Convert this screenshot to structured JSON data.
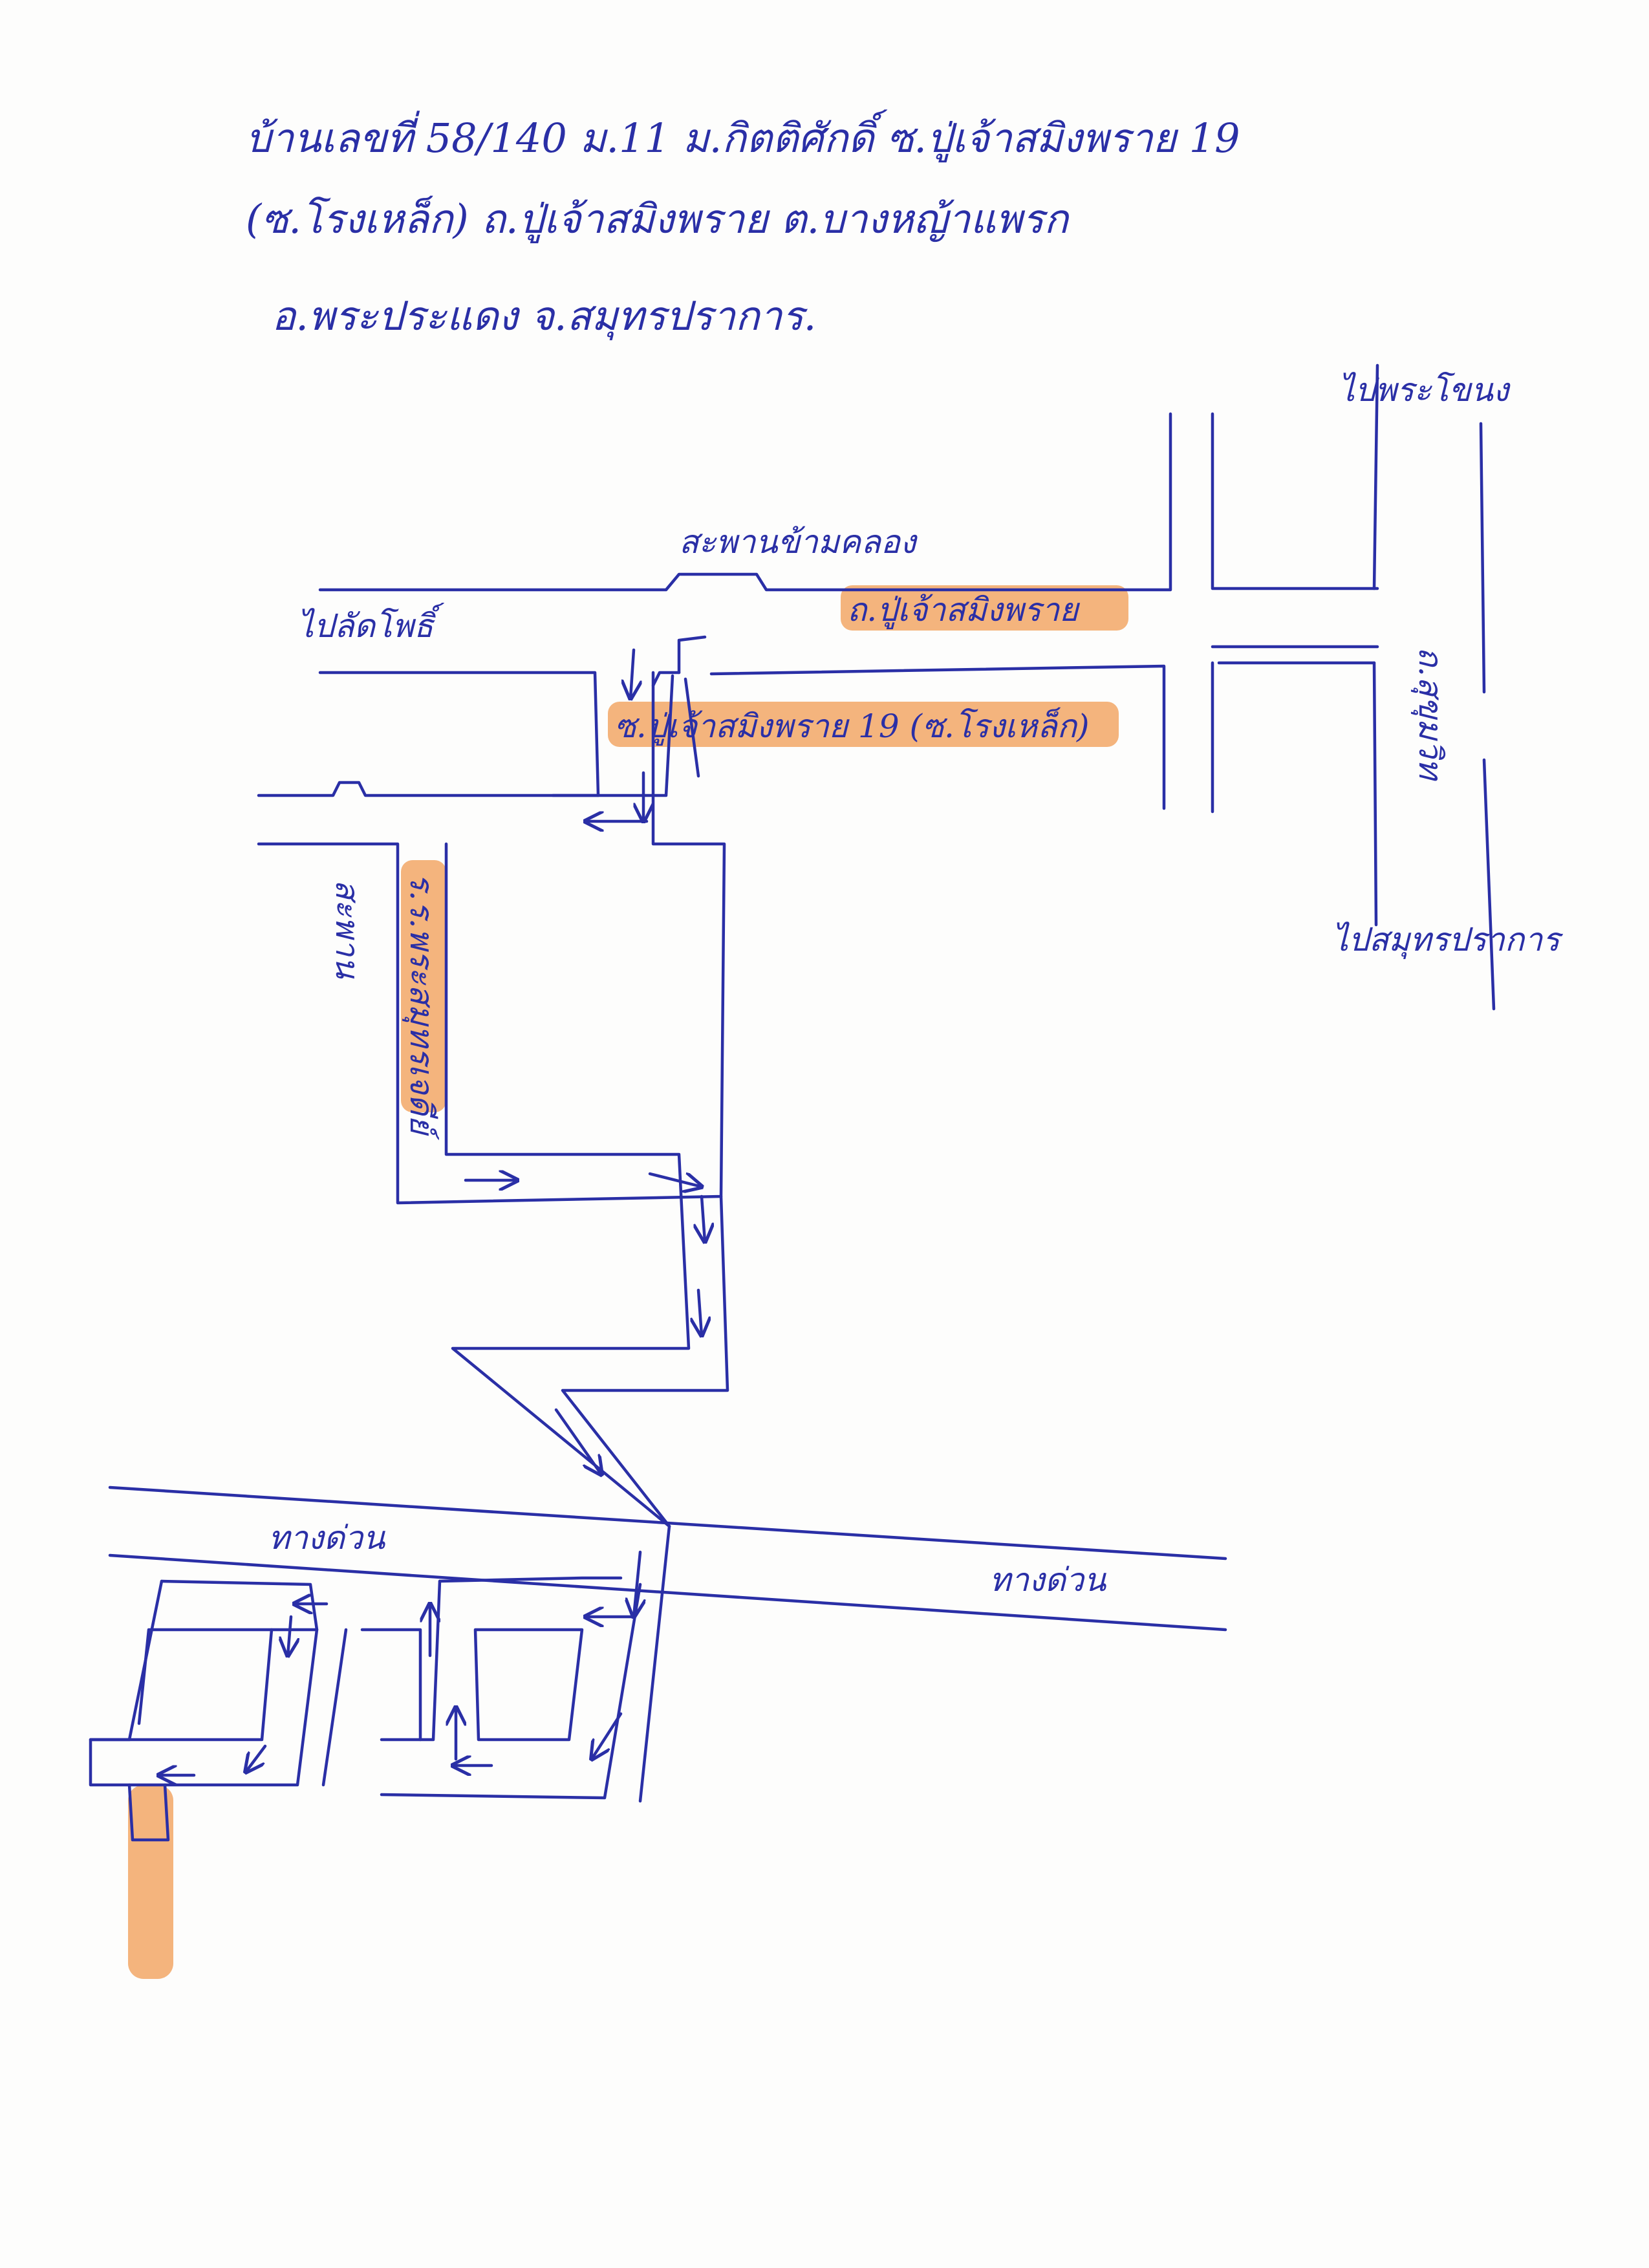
{
  "address": {
    "line1": "บ้านเลขที่ 58/140 ม.11 ม.กิตติศักดิ์ ซ.ปู่เจ้าสมิงพราย 19",
    "line2": "(ซ.โรงเหล็ก) ถ.ปู่เจ้าสมิงพราย ต.บางหญ้าแพรก",
    "line3": "อ.พระประแดง จ.สมุทรปราการ."
  },
  "labels": {
    "to_phrakhanong": "ไปพระโขนง",
    "to_samutprakan": "ไปสมุทรปราการ",
    "sukhumvit_road": "ถ.สุขุมวิท",
    "to_lat_pho": "ไปลัดโพธิ์",
    "bridge_over_canal": "สะพานข้ามคลอง",
    "puchao_road": "ถ.ปู่เจ้าสมิงพราย",
    "soi_19": "ซ.ปู่เจ้าสมิงพราย 19 (ซ.โรงเหล็ก)",
    "bridge": "สะพาน",
    "phra_samut_chedi": "ร.ร.พระสมุทรเจดีย์",
    "railway_left": "ทางด่วน",
    "railway_right": "ทางด่วน"
  },
  "colors": {
    "ink": "#2a2fa6",
    "highlight": "#f2a766",
    "paper": "#fdfdfc"
  }
}
